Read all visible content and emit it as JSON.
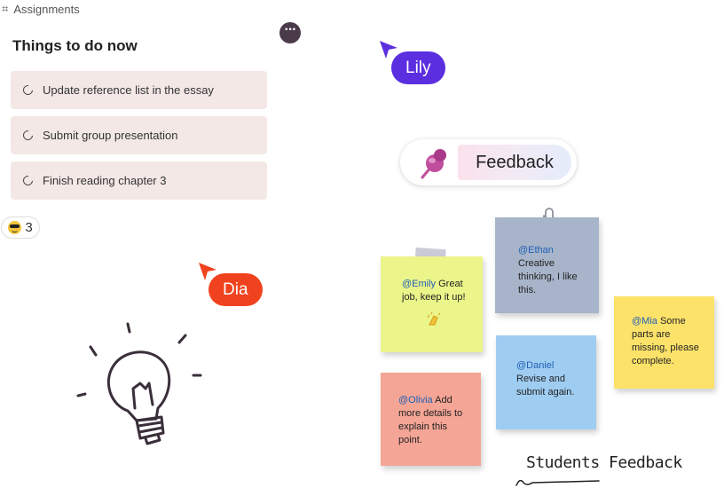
{
  "channel": {
    "icon": "hash-icon",
    "name": "Assignments"
  },
  "todo": {
    "title": "Things to do now",
    "items": [
      {
        "label": "Update reference list in the essay"
      },
      {
        "label": "Submit group presentation"
      },
      {
        "label": "Finish reading chapter 3"
      }
    ]
  },
  "reaction": {
    "emoji": "sunglasses-emoji",
    "count": "3"
  },
  "cursors": {
    "lily": {
      "name": "Lily",
      "color": "#5b2ee0"
    },
    "dia": {
      "name": "Dia",
      "color": "#f0421e"
    }
  },
  "feedback_pill": {
    "icon": "pushpin-icon",
    "label": "Feedback"
  },
  "notes": {
    "emily": {
      "mention": "@Emily",
      "text": " Great job, keep it up!",
      "color": "#ecf58a",
      "icon": "clapping-hands-icon"
    },
    "ethan": {
      "mention": "@Ethan",
      "text": "Creative thinking, I like this.",
      "color": "#a7b4c9"
    },
    "daniel": {
      "mention": "@Daniel",
      "text": "Revise and submit again.",
      "color": "#9fcdf2"
    },
    "mia": {
      "mention": "@Mia",
      "text": " Some parts are missing, please complete.",
      "color": "#fde26a"
    },
    "olivia": {
      "mention": "@Olivia",
      "text": " Add more details to explain this point.",
      "color": "#f4a596"
    }
  },
  "students_feedback_label": "Students Feedback",
  "drawing": {
    "icon": "lightbulb-icon"
  }
}
